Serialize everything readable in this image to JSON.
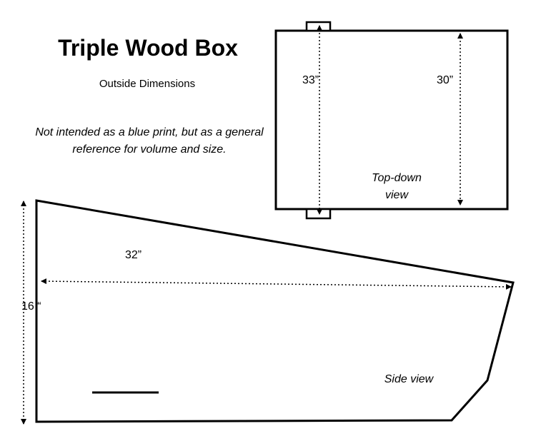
{
  "header": {
    "title": "Triple Wood Box",
    "subtitle": "Outside Dimensions",
    "note_line1": "Not intended as a blue print, but as a general",
    "note_line2": "reference for volume and size."
  },
  "top_view": {
    "label_line1": "Top-down",
    "label_line2": "view",
    "dim_left": "33”",
    "dim_right": "30”"
  },
  "side_view": {
    "label": "Side view",
    "dim_length": "32”",
    "dim_height": "16 “"
  },
  "colors": {
    "line": "#000000",
    "background": "#ffffff"
  }
}
